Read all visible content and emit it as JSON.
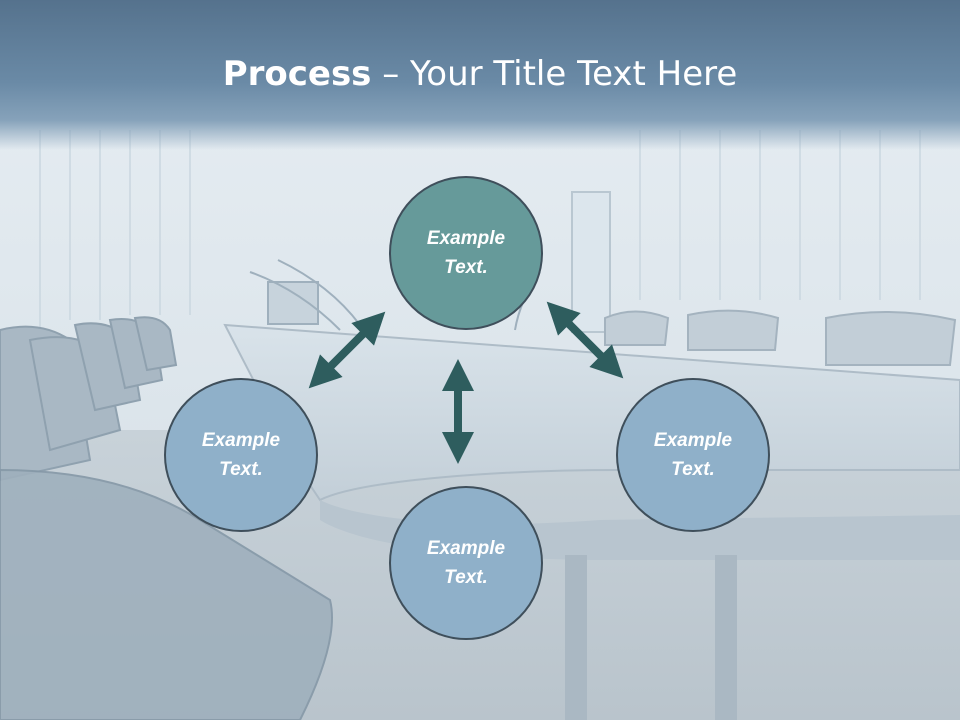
{
  "slide": {
    "title_bold": "Process",
    "title_rest": " – Your Title Text Here"
  },
  "colors": {
    "title_band": "#6a8aa6",
    "center_fill": "#669a9a",
    "leaf_fill": "#8fb0c9",
    "outline": "#3f4f5b",
    "arrow": "#2e5d5e",
    "text": "#ffffff"
  },
  "diagram": {
    "center": {
      "label": "Example\nText."
    },
    "left": {
      "label": "Example\nText."
    },
    "right": {
      "label": "Example\nText."
    },
    "bottom": {
      "label": "Example\nText."
    }
  }
}
